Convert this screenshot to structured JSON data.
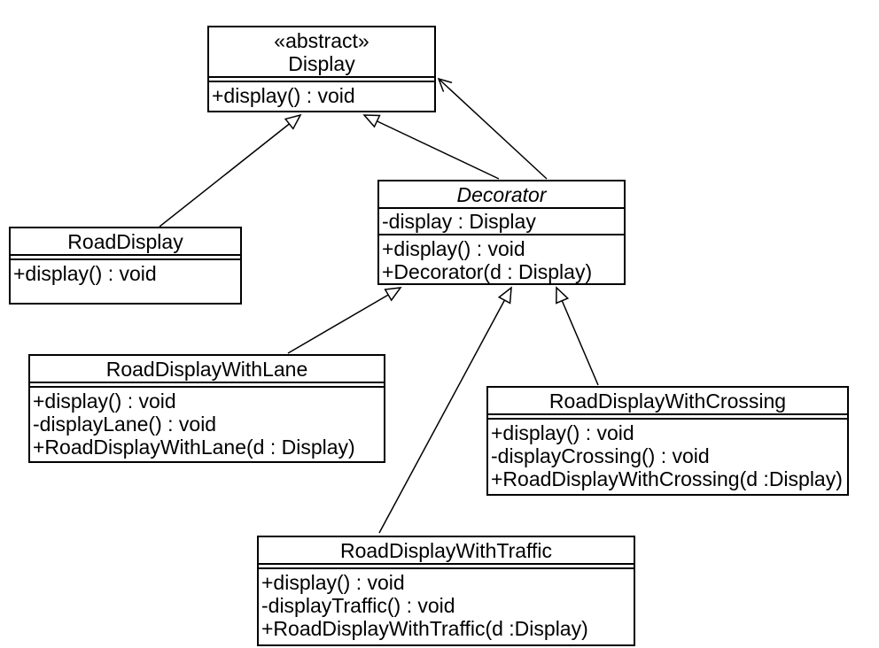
{
  "classes": {
    "display": {
      "stereotype": "«abstract»",
      "name": "Display",
      "attributes": [],
      "methods": [
        "+display() : void"
      ]
    },
    "roadDisplay": {
      "name": "RoadDisplay",
      "attributes": [],
      "methods": [
        "+display() : void"
      ]
    },
    "decorator": {
      "name": "Decorator",
      "attributes": [
        "-display : Display"
      ],
      "methods": [
        "+display() : void",
        "+Decorator(d : Display)"
      ]
    },
    "roadDisplayWithLane": {
      "name": "RoadDisplayWithLane",
      "attributes": [],
      "methods": [
        "+display() : void",
        "-displayLane() : void",
        "+RoadDisplayWithLane(d : Display)"
      ]
    },
    "roadDisplayWithCrossing": {
      "name": "RoadDisplayWithCrossing",
      "attributes": [],
      "methods": [
        "+display() : void",
        "-displayCrossing() : void",
        "+RoadDisplayWithCrossing(d :Display)"
      ]
    },
    "roadDisplayWithTraffic": {
      "name": "RoadDisplayWithTraffic",
      "attributes": [],
      "methods": [
        "+display() : void",
        "-displayTraffic() : void",
        "+RoadDisplayWithTraffic(d :Display)"
      ]
    }
  },
  "relationships": [
    {
      "type": "generalization",
      "from": "RoadDisplay",
      "to": "Display"
    },
    {
      "type": "generalization",
      "from": "Decorator",
      "to": "Display"
    },
    {
      "type": "association",
      "from": "Decorator",
      "to": "Display"
    },
    {
      "type": "generalization",
      "from": "RoadDisplayWithLane",
      "to": "Decorator"
    },
    {
      "type": "generalization",
      "from": "RoadDisplayWithTraffic",
      "to": "Decorator"
    },
    {
      "type": "generalization",
      "from": "RoadDisplayWithCrossing",
      "to": "Decorator"
    }
  ],
  "colors": {
    "line": "#000000",
    "text": "#000000",
    "box_fill": "#ffffff",
    "background": "#ffffff"
  }
}
